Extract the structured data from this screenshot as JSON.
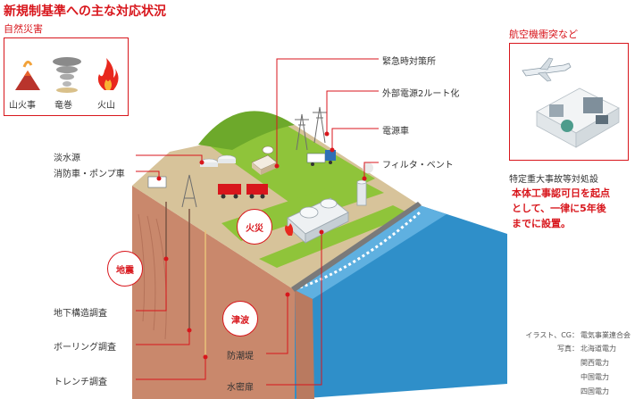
{
  "title": "新規制基準への主な対応状況",
  "natural_disasters": {
    "heading": "自然災害",
    "items": [
      "山火事",
      "竜巻",
      "火山"
    ]
  },
  "aircraft": {
    "heading": "航空機衝突など",
    "facility_label": "特定重大事故等対処設",
    "note": "本体工事認可日を起点として、一律に5年後までに設置。"
  },
  "callouts": {
    "emergency_center": "緊急時対策所",
    "external_power": "外部電源2ルート化",
    "power_vehicle": "電源車",
    "filter_vent": "フィルタ・ベント",
    "fresh_water": "淡水源",
    "fire_truck": "消防車・ポンプ車",
    "underground_survey": "地下構造調査",
    "boring_survey": "ボーリング調査",
    "trench_survey": "トレンチ調査",
    "seawall": "防潮堤",
    "watertight_door": "水密扉"
  },
  "hazard_badges": {
    "fire": "火災",
    "earthquake": "地震",
    "tsunami": "津波"
  },
  "credits": {
    "illust_label": "イラスト、CG：",
    "illust_value": "電気事業連合会",
    "photo_label": "写真：",
    "photo_values": [
      "北海道電力",
      "関西電力",
      "中国電力",
      "四国電力"
    ]
  },
  "colors": {
    "accent": "#d8161c",
    "grass": "#8fc43a",
    "soil": "#c9886c",
    "sea": "#2f8fc9"
  }
}
